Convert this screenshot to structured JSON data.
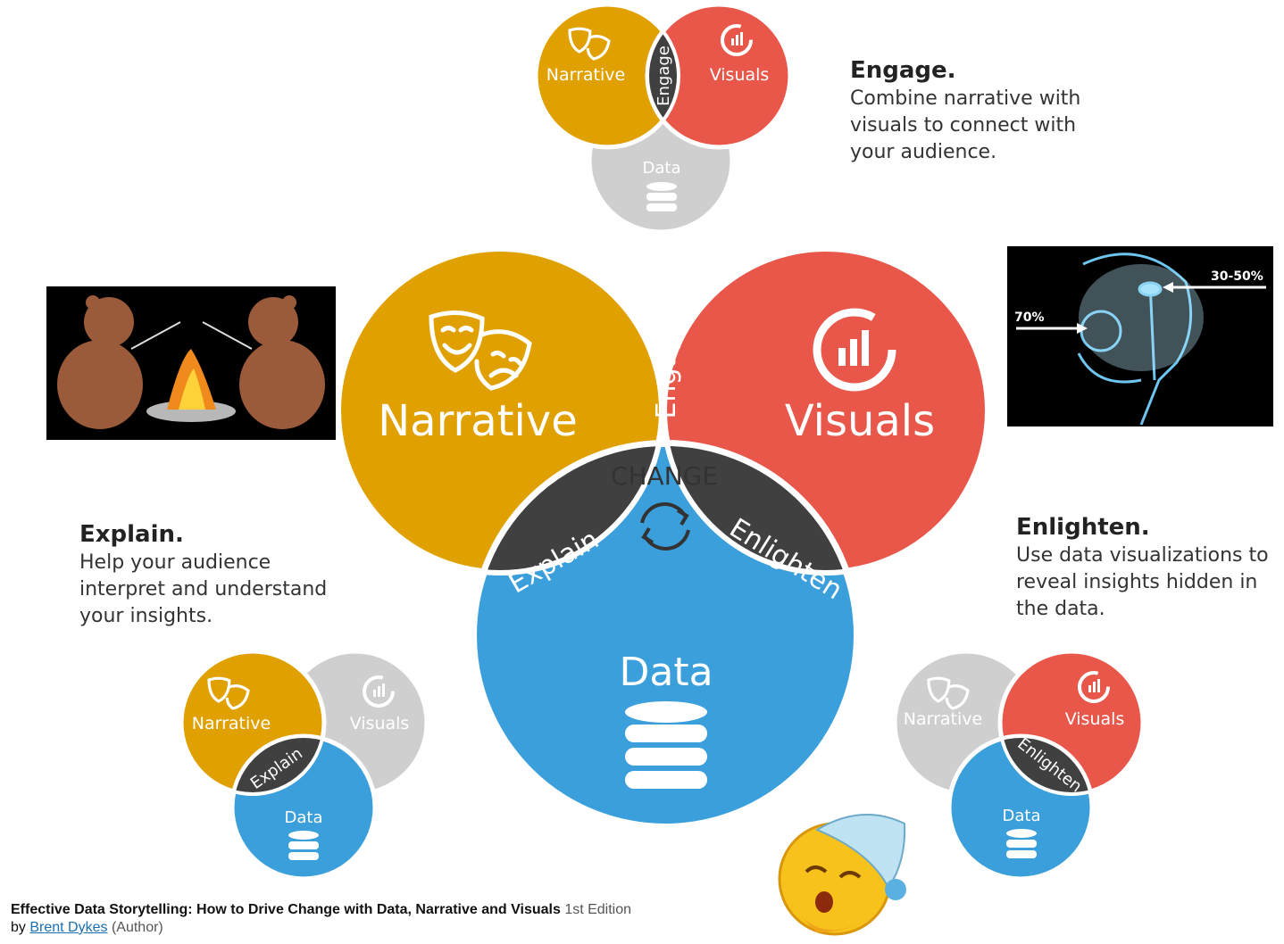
{
  "main_diagram": {
    "narrative": "Narrative",
    "visuals": "Visuals",
    "data": "Data",
    "engage": "Engage",
    "explain": "Explain",
    "enlighten": "Enlighten",
    "center": "CHANGE"
  },
  "mini_engage": {
    "narrative": "Narrative",
    "visuals": "Visuals",
    "data": "Data",
    "overlap": "Engage"
  },
  "mini_explain": {
    "narrative": "Narrative",
    "visuals": "Visuals",
    "data": "Data",
    "overlap": "Explain"
  },
  "mini_enlighten": {
    "narrative": "Narrative",
    "visuals": "Visuals",
    "data": "Data",
    "overlap": "Enlighten"
  },
  "descriptions": {
    "engage": {
      "heading": "Engage.",
      "lines": [
        "Combine narrative with",
        "visuals to connect with",
        "your audience."
      ]
    },
    "explain": {
      "heading": "Explain.",
      "lines": [
        "Help your audience",
        "interpret and understand",
        "your insights."
      ]
    },
    "enlighten": {
      "heading": "Enlighten.",
      "lines": [
        "Use data visualizations to",
        "reveal insights hidden in",
        "the data."
      ]
    }
  },
  "xray_image": {
    "label_70": "70%",
    "label_30_50": "30-50%"
  },
  "citation": {
    "title": "Effective Data Storytelling: How to Drive Change with Data, Narrative and Visuals",
    "edition": "1st Edition",
    "by": "by",
    "author": "Brent Dykes",
    "role": "(Author)"
  },
  "colors": {
    "narrative": "#E0A000",
    "visuals": "#E8574A",
    "data": "#3A9FDB",
    "overlap": "#404040",
    "muted": "#CFCFCF",
    "center": "#FFFFFF"
  },
  "icons": [
    "theater-masks-icon",
    "chart-gauge-icon",
    "database-icon",
    "refresh-cycle-icon"
  ]
}
